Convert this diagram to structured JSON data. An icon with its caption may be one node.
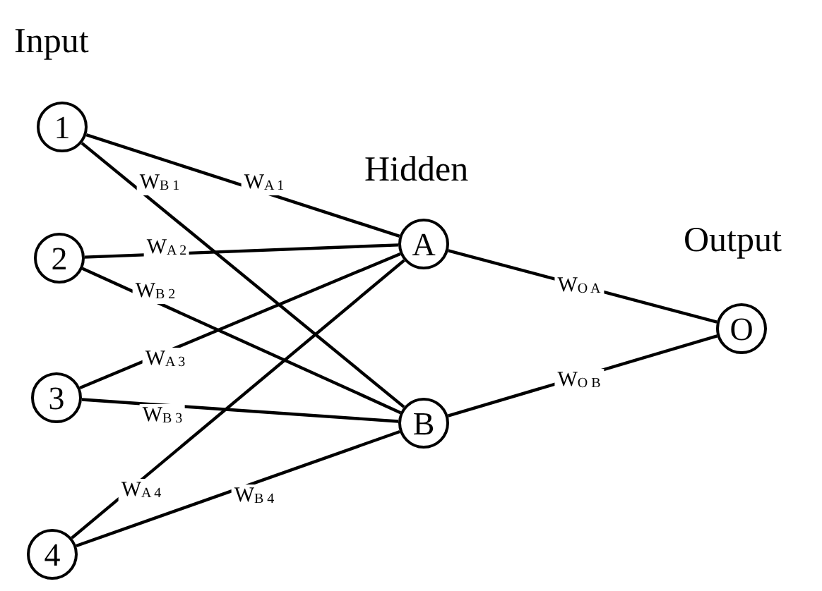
{
  "diagram": {
    "nodes": [
      {
        "text": [
          "1"
        ]
      },
      {
        "text": [
          "2"
        ]
      },
      {
        "text": [
          "3"
        ]
      },
      {
        "text": [
          "4"
        ]
      },
      {
        "text": [
          "A"
        ]
      },
      {
        "text": [
          "B"
        ]
      },
      {
        "text": [
          "O"
        ]
      }
    ],
    "edges": [
      {
        "from": 0,
        "to": 4,
        "arrow": "none",
        "label": "W$_{A 1}$"
      },
      {
        "from": 0,
        "to": 5,
        "arrow": "none",
        "label": "W$_{B 1}$"
      },
      {
        "from": 1,
        "to": 4,
        "arrow": "none",
        "label": "W$_{A 2}$"
      },
      {
        "from": 1,
        "to": 5,
        "arrow": "none",
        "label": "W$_{B 2}$"
      },
      {
        "from": 2,
        "to": 4,
        "arrow": "none",
        "label": "W$_{A 3}$"
      },
      {
        "from": 2,
        "to": 5,
        "arrow": "none",
        "label": "W$_{B 3}$"
      },
      {
        "from": 3,
        "to": 4,
        "arrow": "none",
        "label": "W$_{A 4}$"
      },
      {
        "from": 3,
        "to": 5,
        "arrow": "none",
        "label": "W$_{B 4}$"
      },
      {
        "from": 4,
        "to": 6,
        "arrow": "none",
        "label": "W$_{O A}$"
      },
      {
        "from": 5,
        "to": 6,
        "arrow": "none",
        "label": "W$_{O B}$"
      }
    ],
    "labels": [
      "Input",
      "Hidden",
      "Output"
    ]
  }
}
